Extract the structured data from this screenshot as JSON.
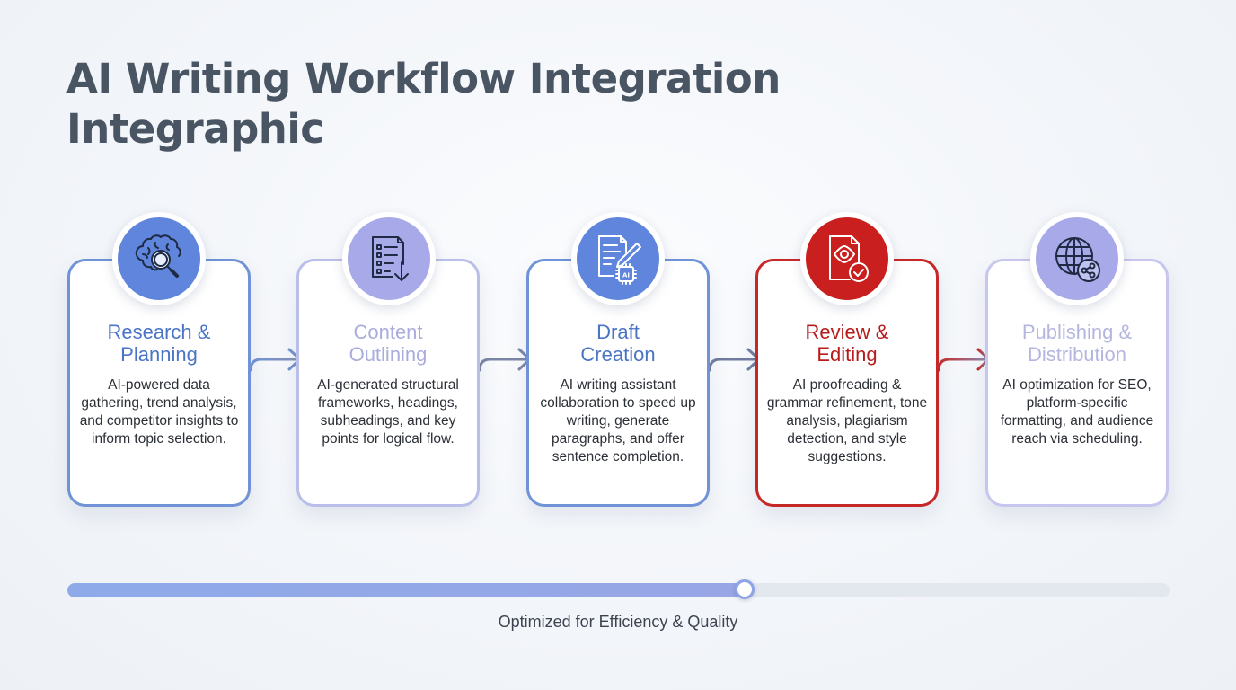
{
  "title": "AI Writing Workflow Integration Integraphic",
  "steps": [
    {
      "title": "Research &\nPlanning",
      "description": "AI-powered data gathering, trend analysis, and competitor insights to inform topic selection.",
      "icon": "brain-magnifier-icon",
      "color": "#5f86dc"
    },
    {
      "title": "Content\nOutlining",
      "description": "AI-generated structural frameworks, headings, subheadings, and key points for logical flow.",
      "icon": "outline-document-icon",
      "color": "#a7a9e8"
    },
    {
      "title": "Draft\nCreation",
      "description": "AI writing assistant collaboration to speed up writing, generate paragraphs, and offer sentence completion.",
      "icon": "document-pen-ai-chip-icon",
      "color": "#5f86dc"
    },
    {
      "title": "Review &\nEditing",
      "description": "AI proofreading & grammar refinement, tone analysis, plagiarism detection, and style suggestions.",
      "icon": "document-eye-check-icon",
      "color": "#c91f1f"
    },
    {
      "title": "Publishing &\nDistribution",
      "description": "AI optimization for SEO, platform-specific formatting, and audience reach via scheduling.",
      "icon": "globe-share-icon",
      "color": "#a7a9e8"
    }
  ],
  "progress": {
    "fraction": 0.615
  },
  "footer": {
    "caption": "Optimized for Efficiency & Quality"
  }
}
